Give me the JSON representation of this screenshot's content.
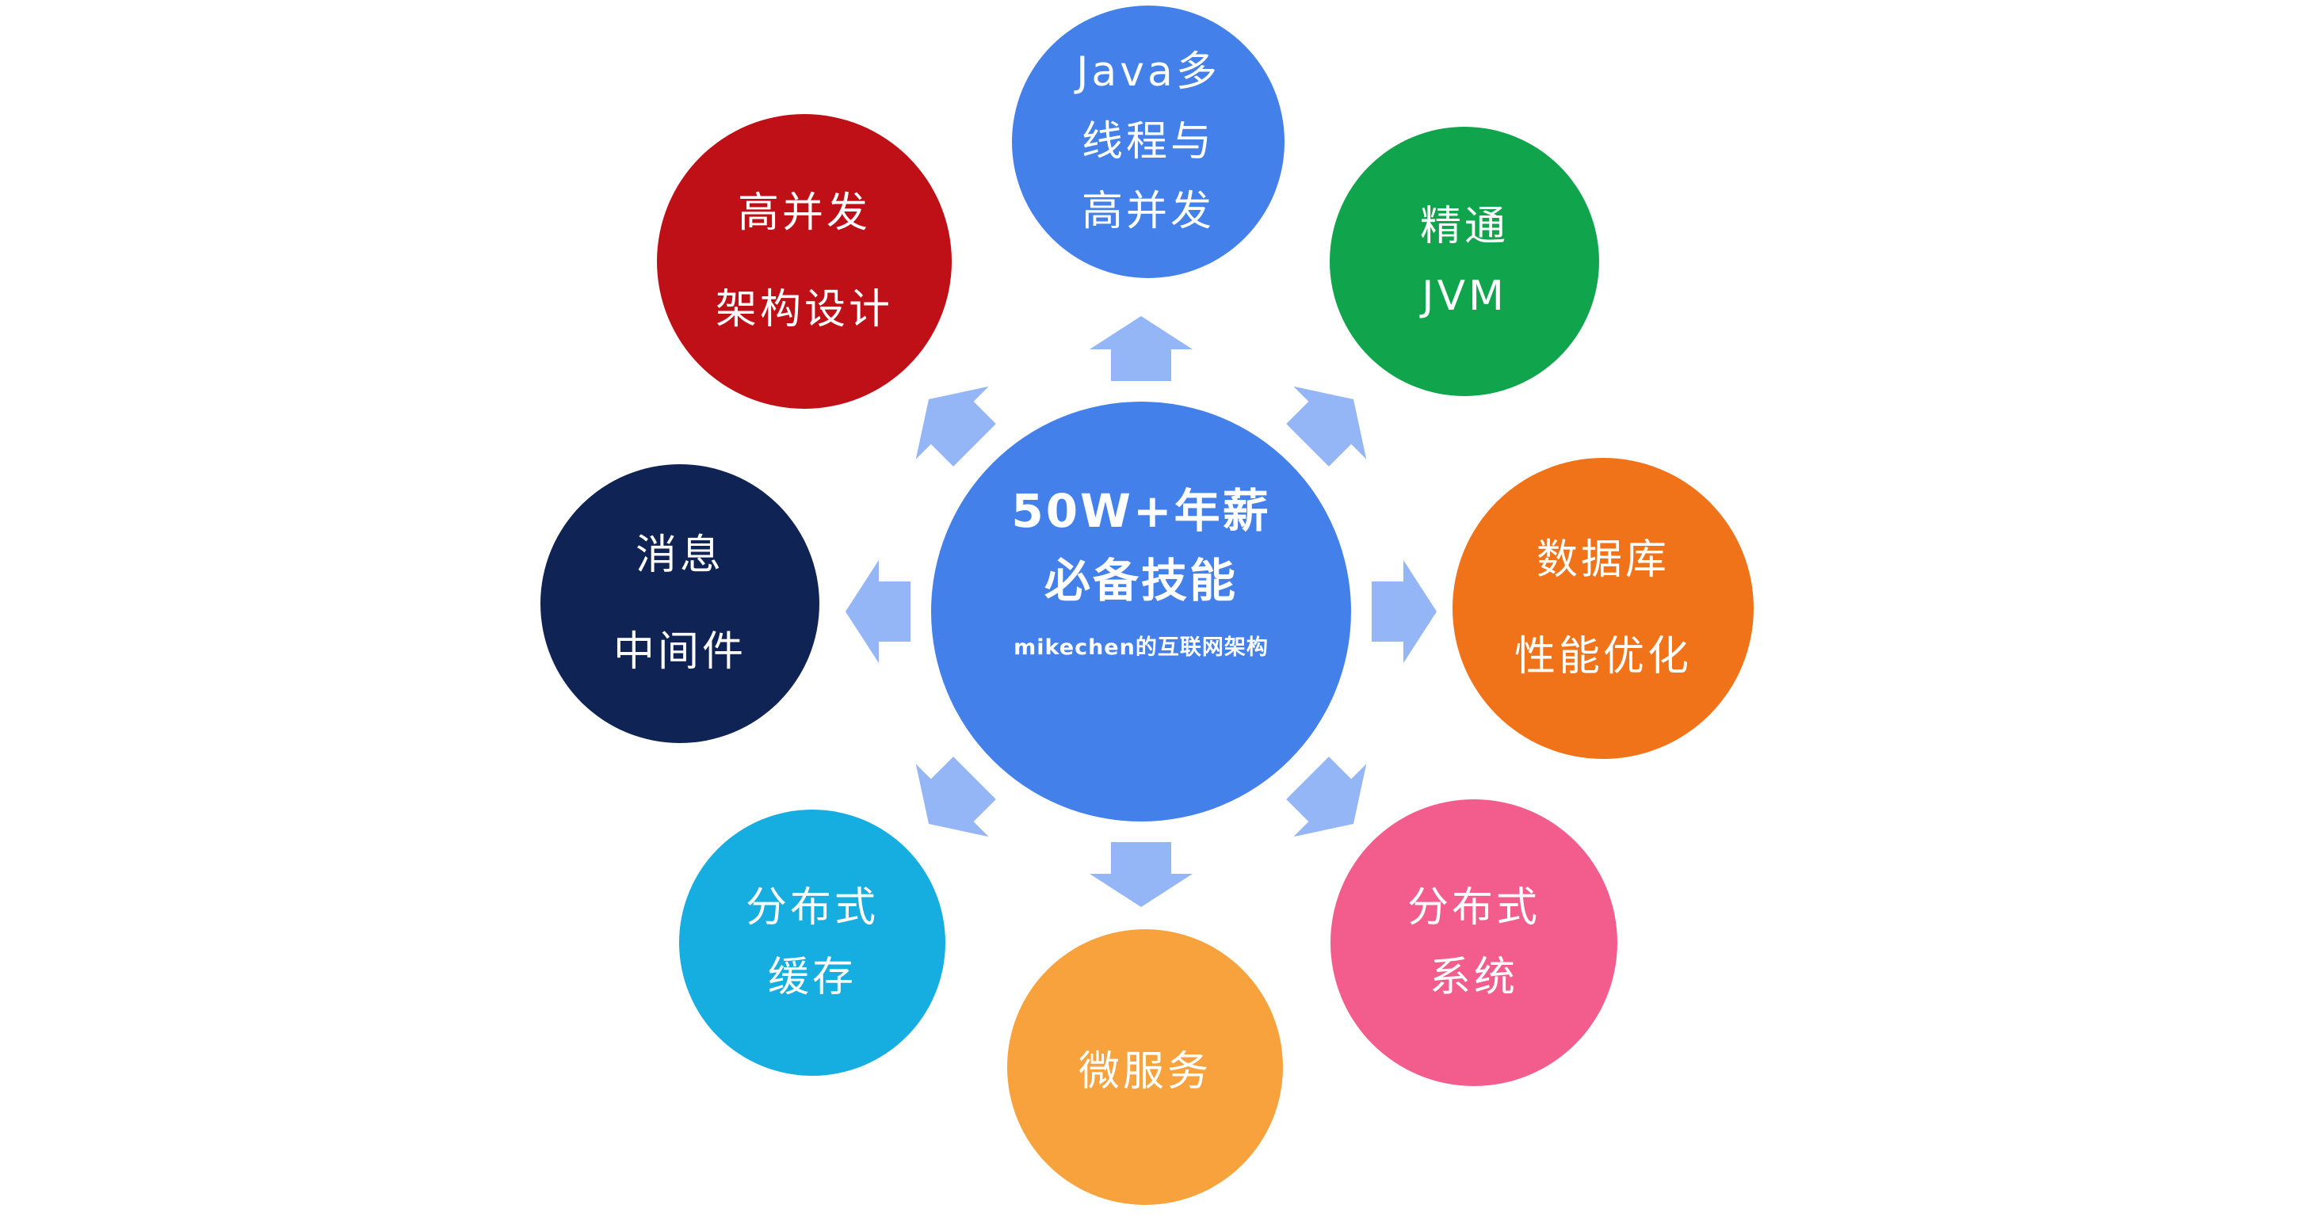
{
  "diagram": {
    "background": "#FFFFFF",
    "arrow_color": "#94B6F6",
    "center": {
      "line1": "50W+年薪",
      "line2": "必备技能",
      "subtitle": "mikechen的互联网架构",
      "color": "#4480EA"
    },
    "nodes": [
      {
        "id": "java-concurrency",
        "position": "top",
        "color": "#4480EA",
        "lines": [
          "Java多",
          "线程与",
          "高并发"
        ]
      },
      {
        "id": "high-concurrency-architecture",
        "position": "top-left",
        "color": "#BE1016",
        "lines": [
          "高并发",
          "架构设计"
        ]
      },
      {
        "id": "jvm-mastery",
        "position": "top-right",
        "color": "#10A44C",
        "lines": [
          "精通",
          "JVM"
        ]
      },
      {
        "id": "message-middleware",
        "position": "left",
        "color": "#102355",
        "lines": [
          "消息",
          "中间件"
        ]
      },
      {
        "id": "database-performance",
        "position": "right",
        "color": "#F0731A",
        "lines": [
          "数据库",
          "性能优化"
        ]
      },
      {
        "id": "distributed-cache",
        "position": "bottom-left",
        "color": "#16ADE1",
        "lines": [
          "分布式",
          "缓存"
        ]
      },
      {
        "id": "distributed-system",
        "position": "bottom-right",
        "color": "#F25D8E",
        "lines": [
          "分布式",
          "系统"
        ]
      },
      {
        "id": "microservices",
        "position": "bottom",
        "color": "#F7A23C",
        "lines": [
          "微服务"
        ]
      }
    ]
  }
}
